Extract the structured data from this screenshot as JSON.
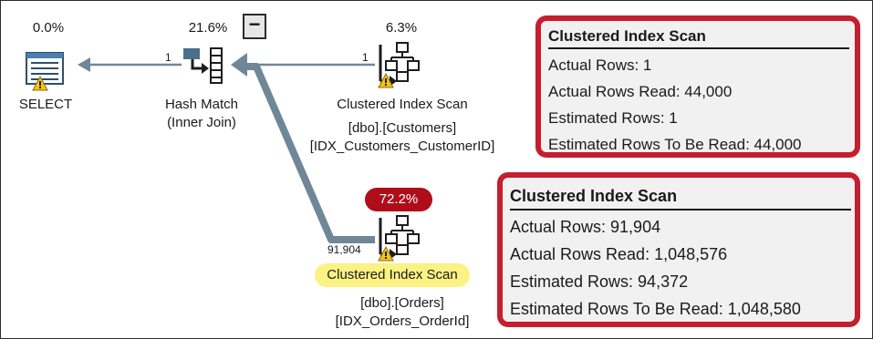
{
  "plan": {
    "select": {
      "cost": "0.0%",
      "label": "SELECT"
    },
    "hash_match": {
      "cost": "21.6%",
      "label_line1": "Hash Match",
      "label_line2": "(Inner Join)"
    },
    "collapse_symbol": "−",
    "customers_scan": {
      "cost": "6.3%",
      "label": "Clustered Index Scan",
      "object_line1": "[dbo].[Customers]",
      "object_line2": "[IDX_Customers_CustomerID]"
    },
    "orders_scan": {
      "cost": "72.2%",
      "label": "Clustered Index Scan",
      "object_line1": "[dbo].[Orders]",
      "object_line2": "[IDX_Orders_OrderId]"
    },
    "row_counts": {
      "hash_to_select": "1",
      "customers_to_hash": "1",
      "orders_to_hash": "91,904"
    }
  },
  "tooltips": {
    "customers": {
      "title": "Clustered Index Scan",
      "rows": [
        "Actual Rows:  1",
        "Actual Rows Read:  44,000",
        "Estimated Rows:  1",
        "Estimated Rows To Be Read:  44,000"
      ]
    },
    "orders": {
      "title": "Clustered Index Scan",
      "rows": [
        "Actual Rows:  91,904",
        "Actual Rows Read:  1,048,576",
        "Estimated Rows:  94,372",
        "Estimated Rows To Be Read:  1,048,580"
      ]
    }
  },
  "colors": {
    "arrow": "#6f8796",
    "warning": "#f3c31a",
    "highlight_border": "#c51e2e",
    "cost_badge": "#b00d1a",
    "label_highlight": "#fbf283"
  },
  "icons": [
    "select-icon",
    "hash-match-icon",
    "clustered-index-scan-icon",
    "warning-icon",
    "minus-icon"
  ]
}
